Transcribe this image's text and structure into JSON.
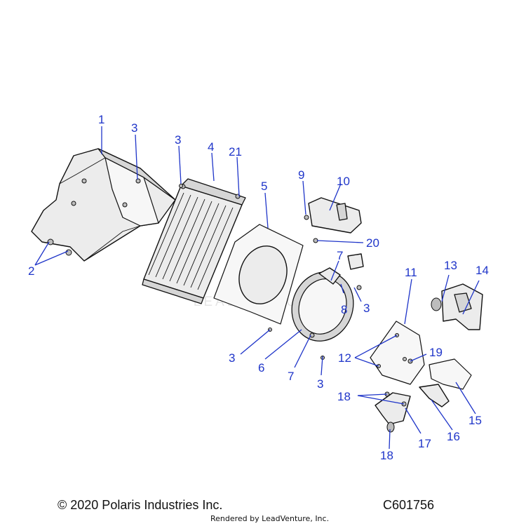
{
  "callouts": [
    "1",
    "2",
    "3",
    "3",
    "4",
    "21",
    "5",
    "9",
    "10",
    "20",
    "7",
    "8",
    "3",
    "11",
    "13",
    "14",
    "12",
    "19",
    "3",
    "6",
    "7",
    "3",
    "18",
    "17",
    "16",
    "15",
    "18"
  ],
  "footer": {
    "copyright": "© 2020 Polaris Industries Inc.",
    "figure_code": "C601756",
    "rendered_by": "Rendered by LeadVenture, Inc."
  },
  "watermark": "LEADVENTURE",
  "colors": {
    "callout": "#1f35c9",
    "line": "#111111"
  }
}
